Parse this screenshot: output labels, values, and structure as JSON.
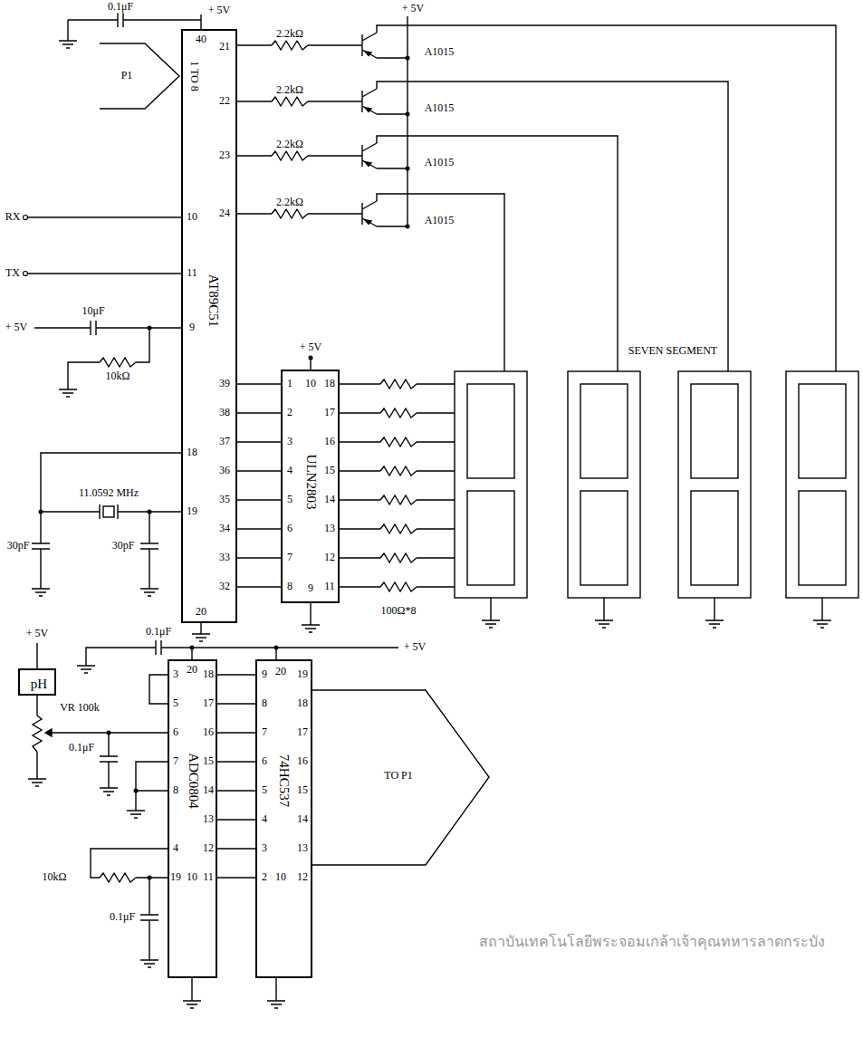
{
  "diagram": {
    "nodes": [
      {
        "text": [
          "AT89C51"
        ]
      },
      {
        "text": [
          "ULN2803"
        ]
      },
      {
        "text": [
          "pH"
        ]
      },
      {
        "text": [
          "ADC0804"
        ]
      },
      {
        "text": [
          "74HC537"
        ]
      }
    ],
    "edges": [
      {
        "from": 0,
        "to": 1,
        "arrow": "none"
      },
      {
        "from": 0,
        "to": 1,
        "arrow": "none"
      },
      {
        "from": 0,
        "to": 1,
        "arrow": "none"
      },
      {
        "from": 0,
        "to": 1,
        "arrow": "none"
      },
      {
        "from": 0,
        "to": 1,
        "arrow": "none"
      },
      {
        "from": 0,
        "to": 1,
        "arrow": "none"
      },
      {
        "from": 0,
        "to": 1,
        "arrow": "none"
      },
      {
        "from": 0,
        "to": 1,
        "arrow": "none"
      },
      {
        "from": 3,
        "to": 4,
        "arrow": "none"
      },
      {
        "from": 3,
        "to": 4,
        "arrow": "none"
      },
      {
        "from": 3,
        "to": 4,
        "arrow": "none"
      },
      {
        "from": 3,
        "to": 4,
        "arrow": "none"
      },
      {
        "from": 3,
        "to": 4,
        "arrow": "none"
      },
      {
        "from": 3,
        "to": 4,
        "arrow": "none"
      },
      {
        "from": 3,
        "to": 4,
        "arrow": "none"
      },
      {
        "from": 3,
        "to": 4,
        "arrow": "none"
      }
    ],
    "labels": [
      "0.1μF",
      "+ 5V",
      "40",
      "21",
      "+ 5V",
      "2.2kΩ",
      "A1015",
      "22",
      "2.2kΩ",
      "A1015",
      "23",
      "2.2kΩ",
      "A1015",
      "24",
      "2.2kΩ",
      "A1015",
      "P1",
      "1 TO 8",
      "RX",
      "10",
      "TX",
      "11",
      "10μF",
      "+ 5V",
      "9",
      "10kΩ",
      "SEVEN SEGMENT",
      "+ 5V",
      "39",
      "38",
      "37",
      "36",
      "35",
      "34",
      "33",
      "32",
      "1",
      "2",
      "3",
      "4",
      "5",
      "6",
      "7",
      "8",
      "10",
      "18",
      "17",
      "16",
      "15",
      "14",
      "13",
      "12",
      "11",
      "9",
      "18",
      "11.0592 MHz",
      "19",
      "30pF",
      "30pF",
      "20",
      "100Ω*8",
      "+ 5V",
      "0.1μF",
      "+ 5V",
      "3",
      "5",
      "6",
      "7",
      "8",
      "4",
      "19",
      "20",
      "10",
      "18",
      "17",
      "16",
      "15",
      "14",
      "13",
      "12",
      "11",
      "9",
      "8",
      "7",
      "6",
      "5",
      "4",
      "3",
      "2",
      "20",
      "19",
      "18",
      "17",
      "16",
      "15",
      "14",
      "13",
      "12",
      "10",
      "VR 100k",
      "0.1μF",
      "10kΩ",
      "0.1μF",
      "TO P1",
      "สถาบันเทคโนโลยีพระจอมเกล้าเจ้าคุณทหารลาดกระบัง"
    ]
  }
}
